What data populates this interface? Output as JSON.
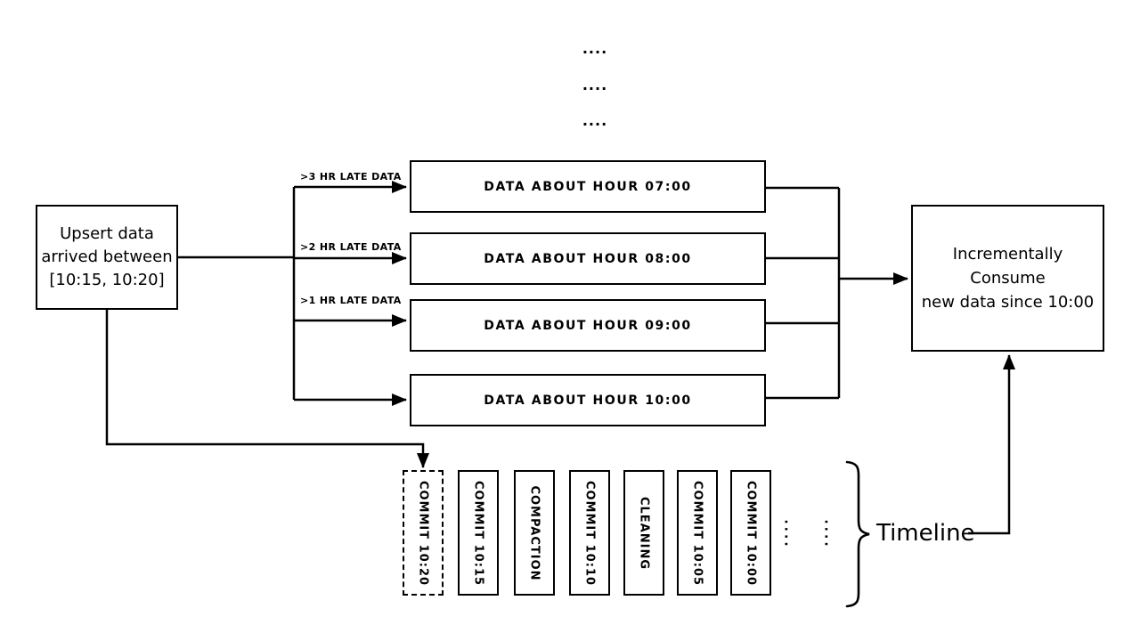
{
  "diagram": {
    "colors": {
      "ink": "#000000",
      "background": "#ffffff"
    },
    "top_ellipsis": [
      "....",
      "....",
      "...."
    ],
    "upsert_box": {
      "lines": [
        "Upsert data",
        "arrived between",
        "[10:15, 10:20]"
      ]
    },
    "late_labels": [
      ">3 HR LATE DATA",
      ">2 HR LATE DATA",
      ">1 HR LATE DATA"
    ],
    "hour_boxes": [
      "DATA ABOUT HOUR 07:00",
      "DATA ABOUT HOUR 08:00",
      "DATA ABOUT HOUR 09:00",
      "DATA ABOUT HOUR 10:00"
    ],
    "consume_box": {
      "lines": [
        "Incrementally Consume",
        "new data since 10:00"
      ]
    },
    "timeline": {
      "label": "Timeline",
      "ellipsis": [
        "····",
        "····"
      ],
      "commits": [
        {
          "label": "COMMIT 10:20",
          "style": "dashed"
        },
        {
          "label": "COMMIT 10:15",
          "style": "solid"
        },
        {
          "label": "COMPACTION",
          "style": "solid"
        },
        {
          "label": "COMMIT 10:10",
          "style": "solid"
        },
        {
          "label": "CLEANING",
          "style": "solid"
        },
        {
          "label": "COMMIT 10:05",
          "style": "solid"
        },
        {
          "label": "COMMIT 10:00",
          "style": "solid"
        }
      ]
    }
  }
}
